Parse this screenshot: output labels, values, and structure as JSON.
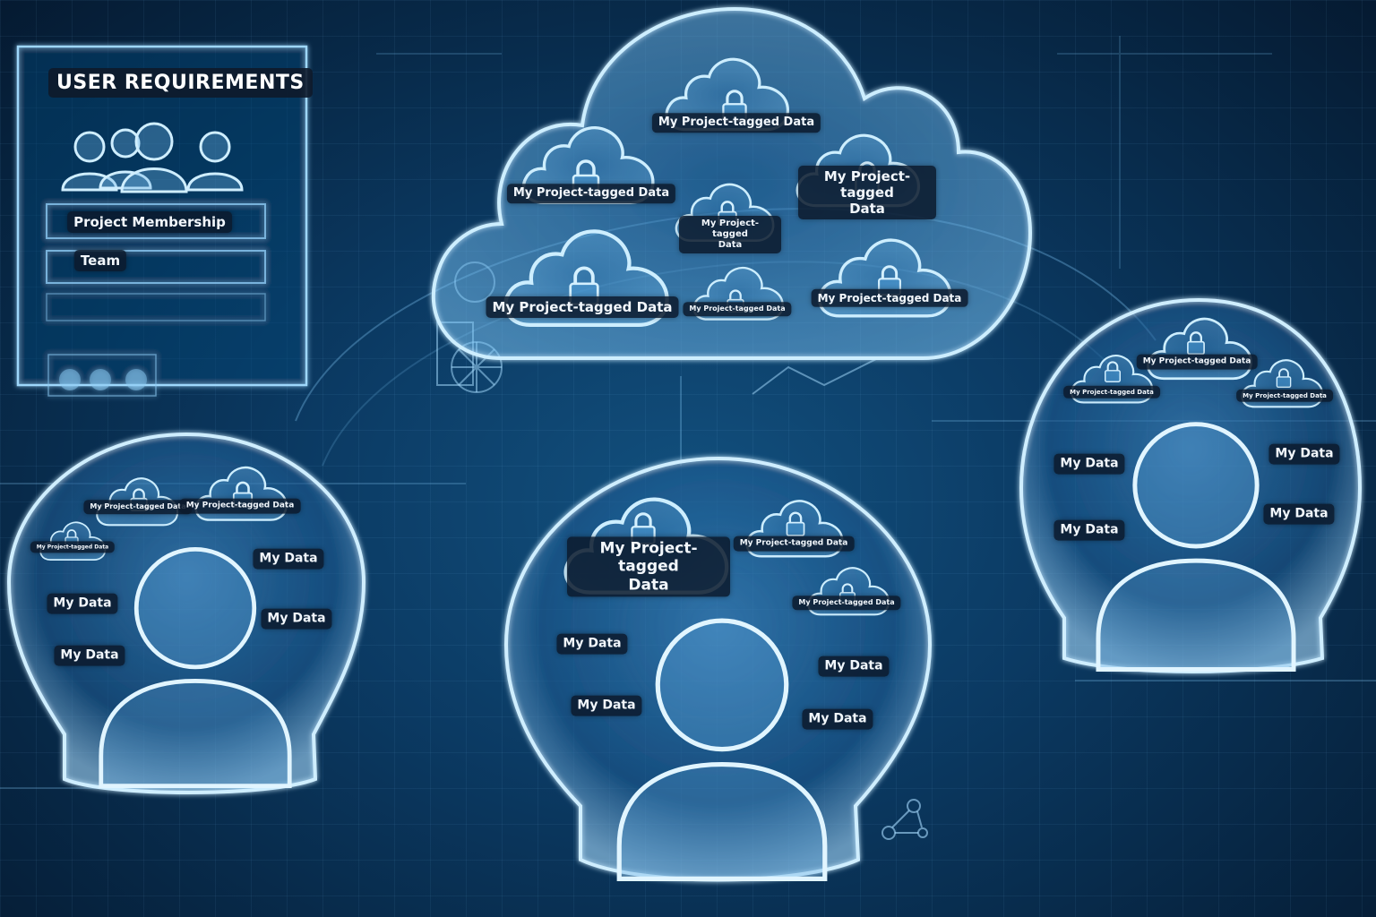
{
  "panel": {
    "title": "USER REQUIREMENTS",
    "items": [
      "Project Membership",
      "Team"
    ]
  },
  "labels": {
    "project_tagged": "My Project-tagged Data",
    "project_tagged_line1": "My Project-tagged",
    "data_word": "Data",
    "my_data": "My Data"
  },
  "colors": {
    "background": "#0b3a63",
    "glow": "#bfe6ff",
    "label_bg": "#0c1a2c"
  },
  "icons": [
    "users-group-icon",
    "cloud-icon",
    "lock-icon",
    "user-sphere-icon",
    "person-icon",
    "chart-icon",
    "network-icon"
  ]
}
